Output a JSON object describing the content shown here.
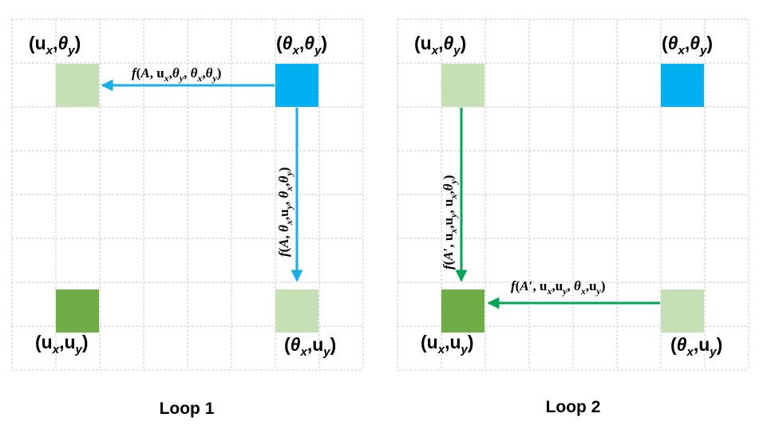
{
  "colors": {
    "grid_line": "#c9c9c9",
    "light_green": "#c5e0b4",
    "dark_green": "#70ad47",
    "blue": "#00b0f0",
    "arrow_blue": "#1aaee6",
    "arrow_green": "#00a651"
  },
  "loop1": {
    "title": "Loop 1",
    "labels": {
      "top_left": "(ux,θy)",
      "top_right": "(θx,θy)",
      "bottom_left": "(ux,uy)",
      "bottom_right": "(θx,uy)"
    },
    "arrows": {
      "horizontal_label": "f(A, ux,θy, θx,θy)",
      "vertical_label": "f(A, θx,uy, θx,θy)"
    }
  },
  "loop2": {
    "title": "Loop 2",
    "labels": {
      "top_left": "(ux,θy)",
      "top_right": "(θx,θy)",
      "bottom_left": "(ux,uy)",
      "bottom_right": "(θx,uy)"
    },
    "arrows": {
      "vertical_label": "f(A′, ux,uy, ux,θy)",
      "horizontal_label": "f(A′, ux,uy, θx,uy)"
    }
  }
}
